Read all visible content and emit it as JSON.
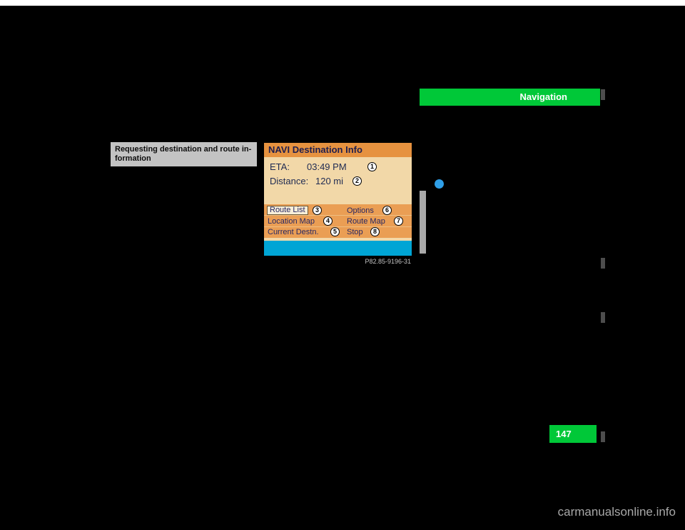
{
  "chapter_header": {
    "label": "Navigation"
  },
  "note_box": {
    "line1": "Requesting destination and route in-",
    "line2": "formation"
  },
  "figure": {
    "caption": "P82.85-9196-31",
    "screen": {
      "title": "NAVI Destination Info",
      "eta": {
        "label": "ETA:",
        "value": "03:49 PM",
        "ref": "1"
      },
      "distance": {
        "label": "Distance:",
        "value": "120 mi",
        "ref": "2"
      },
      "menu_left": [
        {
          "label": "Route List",
          "ref": "3"
        },
        {
          "label": "Location Map",
          "ref": "4"
        },
        {
          "label": "Current Destn.",
          "ref": "5"
        }
      ],
      "menu_right": [
        {
          "label": "Options",
          "ref": "6"
        },
        {
          "label": "Route Map",
          "ref": "7"
        },
        {
          "label": "Stop",
          "ref": "8"
        }
      ]
    }
  },
  "page_number": {
    "label": "147"
  },
  "watermark": {
    "label": "carmanualsonline.info"
  },
  "colors": {
    "highlight_green": "#00c838",
    "note_box_gray": "#c3c3c3",
    "screen_background_tan": "#f2d8a8",
    "screen_header_orange": "#e6923f",
    "screen_menu_orange": "#ea9e54",
    "screen_status_blue": "#00a5d5",
    "bullet_blue": "#2f9fe8",
    "page_background": "#000000"
  }
}
